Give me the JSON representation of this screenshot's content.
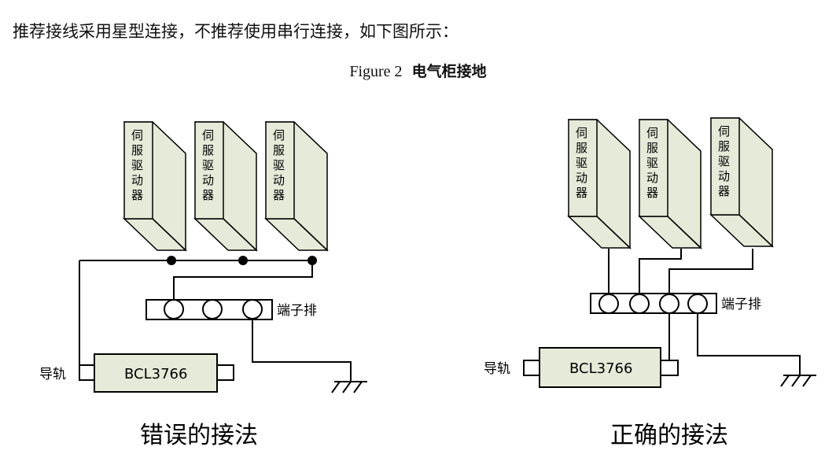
{
  "intro_text": "推荐接线采用星型连接，不推荐使用串行连接，如下图所示：",
  "figure": {
    "number": "Figure 2",
    "title": "电气柜接地"
  },
  "drive_label": [
    "伺",
    "服",
    "驱",
    "动",
    "器"
  ],
  "terminal_label": "端子排",
  "rail_label": "导轨",
  "controller_label": "BCL3766",
  "wrong_caption": "错误的接法",
  "correct_caption": "正确的接法",
  "colors": {
    "box_fill": "#e6ebd9",
    "stroke": "#000000"
  }
}
